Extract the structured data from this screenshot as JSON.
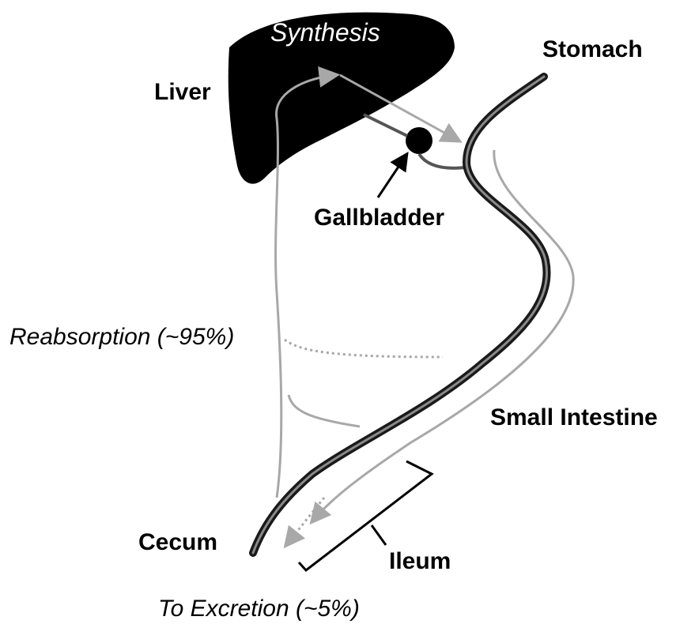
{
  "labels": {
    "synthesis": "Synthesis",
    "stomach": "Stomach",
    "liver": "Liver",
    "gallbladder": "Gallbladder",
    "reabsorption": "Reabsorption (~95%)",
    "small_intestine": "Small Intestine",
    "cecum": "Cecum",
    "ileum": "Ileum",
    "to_excretion": "To Excretion (~5%)"
  },
  "colors": {
    "organ": "#000000",
    "flow": "#a8a8a8",
    "intestine_outer": "#1a1a1a",
    "intestine_inner": "#8a8a8a",
    "background": "#ffffff"
  }
}
